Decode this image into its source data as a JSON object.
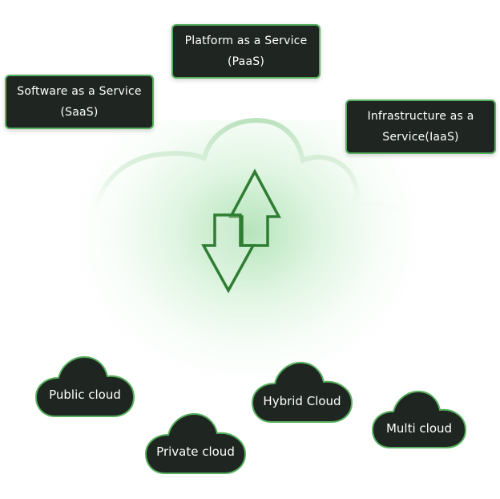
{
  "services": {
    "paas": {
      "line1": "Platform as a Service",
      "line2": "(PaaS)"
    },
    "saas": {
      "line1": "Software as a Service",
      "line2": "(SaaS)"
    },
    "iaas": {
      "line1": "Infrastructure as a",
      "line2": "Service(IaaS)"
    }
  },
  "clouds": {
    "public": "Public cloud",
    "private": "Private cloud",
    "hybrid": "Hybrid Cloud",
    "multi": "Multi cloud"
  },
  "colors": {
    "box_fill": "#1f2621",
    "box_border": "#57b15e",
    "arrow_stroke": "#2e7d32",
    "cloud_outline": "#cfe9d0"
  },
  "icons": {
    "center": "bidirectional-arrows-icon"
  }
}
